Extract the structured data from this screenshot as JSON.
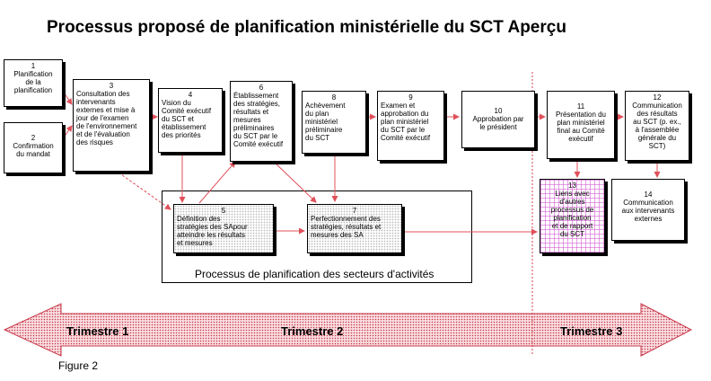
{
  "title": "Processus proposé de planification ministérielle du SCT   Aperçu",
  "figure_label": "Figure 2",
  "group_label": "Processus de planification des secteurs d'activités",
  "quarters": [
    "Trimestre 1",
    "Trimestre 2",
    "Trimestre 3"
  ],
  "colors": {
    "arrow": "#e0505a",
    "timeline_fill": "#f4c7cc",
    "hatch": "#c9a2f0"
  },
  "steps": [
    {
      "num": "1",
      "text": "Planification\nde la\nplanification"
    },
    {
      "num": "2",
      "text": "Confirmation\ndu mandat"
    },
    {
      "num": "3",
      "text": "Consultation des\nintervenants\nexternes et mise à\njour de l'examen\nde l'environnement\net de l'évaluation\ndes risques"
    },
    {
      "num": "4",
      "text": "Vision du\nComité exécutif\ndu SCT et\nétablissement\ndes priorités"
    },
    {
      "num": "5",
      "text": "Définition des\nstratégies des SApour\natteindre les résultats\net mesures"
    },
    {
      "num": "6",
      "text": "Établissement\ndes stratégies,\nrésultats et\nmesures\npréliminaires\ndu SCT par le\nComité exécutif"
    },
    {
      "num": "7",
      "text": "Perfectionnement des\nstratégies, résultats et\nmesures des SA"
    },
    {
      "num": "8",
      "text": "Achèvement\ndu plan\nministériel\npréliminaire\ndu SCT"
    },
    {
      "num": "9",
      "text": "Examen et\napprobation du\nplan ministériel\ndu SCT par le\nComité exécutif"
    },
    {
      "num": "10",
      "text": "Approbation par\nle président"
    },
    {
      "num": "11",
      "text": "Présentation du\nplan ministériel\nfinal au Comité\nexécutif"
    },
    {
      "num": "12",
      "text": "Communication\ndes résultats\nau SCT (p. ex.,\nà l'assemblée\ngénérale du\nSCT)"
    },
    {
      "num": "13",
      "text": "Liens avec\nd'autres\nprocessus de\nplanification\net de rapport\ndu SCT"
    },
    {
      "num": "14",
      "text": "Communication\naux intervenants\nexternes"
    }
  ]
}
